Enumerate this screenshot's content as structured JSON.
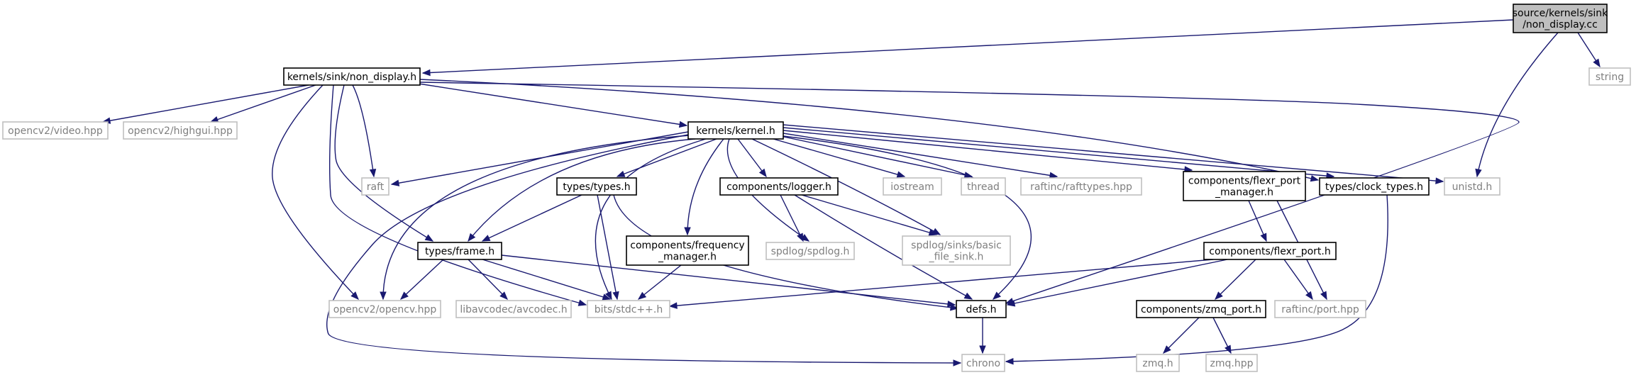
{
  "graph": {
    "edge_color": "#191970",
    "external_border_color": "#bfbfbf",
    "root_fill_color": "#bfbfbf",
    "nodes": {
      "non_display_cc": {
        "lines": [
          "source/kernels/sink",
          "/non_display.cc"
        ],
        "kind": "root"
      },
      "non_display_h": {
        "lines": [
          "kernels/sink/non_display.h"
        ],
        "kind": "local"
      },
      "string": {
        "lines": [
          "string"
        ],
        "kind": "external"
      },
      "video_hpp": {
        "lines": [
          "opencv2/video.hpp"
        ],
        "kind": "external"
      },
      "highgui_hpp": {
        "lines": [
          "opencv2/highgui.hpp"
        ],
        "kind": "external"
      },
      "kernel_h": {
        "lines": [
          "kernels/kernel.h"
        ],
        "kind": "local"
      },
      "raft": {
        "lines": [
          "raft"
        ],
        "kind": "external"
      },
      "types_h": {
        "lines": [
          "types/types.h"
        ],
        "kind": "local"
      },
      "logger_h": {
        "lines": [
          "components/logger.h"
        ],
        "kind": "local"
      },
      "iostream": {
        "lines": [
          "iostream"
        ],
        "kind": "external"
      },
      "thread": {
        "lines": [
          "thread"
        ],
        "kind": "external"
      },
      "rafttypes_hpp": {
        "lines": [
          "raftinc/rafttypes.hpp"
        ],
        "kind": "external"
      },
      "flexr_port_manager_h": {
        "lines": [
          "components/flexr_port",
          "_manager.h"
        ],
        "kind": "local"
      },
      "clock_types_h": {
        "lines": [
          "types/clock_types.h"
        ],
        "kind": "local"
      },
      "unistd_h": {
        "lines": [
          "unistd.h"
        ],
        "kind": "external"
      },
      "frame_h": {
        "lines": [
          "types/frame.h"
        ],
        "kind": "local"
      },
      "frequency_manager_h": {
        "lines": [
          "components/frequency",
          "_manager.h"
        ],
        "kind": "local"
      },
      "spdlog_h": {
        "lines": [
          "spdlog/spdlog.h"
        ],
        "kind": "external"
      },
      "basic_file_sink_h": {
        "lines": [
          "spdlog/sinks/basic",
          "_file_sink.h"
        ],
        "kind": "external"
      },
      "flexr_port_h": {
        "lines": [
          "components/flexr_port.h"
        ],
        "kind": "local"
      },
      "opencv_hpp": {
        "lines": [
          "opencv2/opencv.hpp"
        ],
        "kind": "external"
      },
      "avcodec_h": {
        "lines": [
          "libavcodec/avcodec.h"
        ],
        "kind": "external"
      },
      "stdcpp_h": {
        "lines": [
          "bits/stdc++.h"
        ],
        "kind": "external"
      },
      "defs_h": {
        "lines": [
          "defs.h"
        ],
        "kind": "local"
      },
      "zmq_port_h": {
        "lines": [
          "components/zmq_port.h"
        ],
        "kind": "local"
      },
      "port_hpp": {
        "lines": [
          "raftinc/port.hpp"
        ],
        "kind": "external"
      },
      "chrono": {
        "lines": [
          "chrono"
        ],
        "kind": "external"
      },
      "zmq_h": {
        "lines": [
          "zmq.h"
        ],
        "kind": "external"
      },
      "zmq_hpp": {
        "lines": [
          "zmq.hpp"
        ],
        "kind": "external"
      }
    },
    "edges": [
      [
        "non_display_cc",
        "non_display_h"
      ],
      [
        "non_display_cc",
        "string"
      ],
      [
        "non_display_cc",
        "unistd_h"
      ],
      [
        "non_display_h",
        "video_hpp"
      ],
      [
        "non_display_h",
        "highgui_hpp"
      ],
      [
        "non_display_h",
        "kernel_h"
      ],
      [
        "non_display_h",
        "raft"
      ],
      [
        "non_display_h",
        "frame_h"
      ],
      [
        "non_display_h",
        "opencv_hpp"
      ],
      [
        "non_display_h",
        "stdcpp_h"
      ],
      [
        "non_display_h",
        "clock_types_h"
      ],
      [
        "non_display_h",
        "defs_h"
      ],
      [
        "kernel_h",
        "raft"
      ],
      [
        "kernel_h",
        "types_h"
      ],
      [
        "kernel_h",
        "logger_h"
      ],
      [
        "kernel_h",
        "iostream"
      ],
      [
        "kernel_h",
        "thread"
      ],
      [
        "kernel_h",
        "rafttypes_hpp"
      ],
      [
        "kernel_h",
        "flexr_port_manager_h"
      ],
      [
        "kernel_h",
        "clock_types_h"
      ],
      [
        "kernel_h",
        "unistd_h"
      ],
      [
        "kernel_h",
        "frame_h"
      ],
      [
        "kernel_h",
        "frequency_manager_h"
      ],
      [
        "kernel_h",
        "spdlog_h"
      ],
      [
        "kernel_h",
        "basic_file_sink_h"
      ],
      [
        "kernel_h",
        "opencv_hpp"
      ],
      [
        "kernel_h",
        "stdcpp_h"
      ],
      [
        "kernel_h",
        "defs_h"
      ],
      [
        "kernel_h",
        "chrono"
      ],
      [
        "types_h",
        "frame_h"
      ],
      [
        "types_h",
        "stdcpp_h"
      ],
      [
        "types_h",
        "defs_h"
      ],
      [
        "logger_h",
        "spdlog_h"
      ],
      [
        "logger_h",
        "basic_file_sink_h"
      ],
      [
        "logger_h",
        "defs_h"
      ],
      [
        "flexr_port_manager_h",
        "flexr_port_h"
      ],
      [
        "flexr_port_manager_h",
        "port_hpp"
      ],
      [
        "clock_types_h",
        "chrono"
      ],
      [
        "frame_h",
        "opencv_hpp"
      ],
      [
        "frame_h",
        "avcodec_h"
      ],
      [
        "frame_h",
        "stdcpp_h"
      ],
      [
        "frame_h",
        "defs_h"
      ],
      [
        "frequency_manager_h",
        "stdcpp_h"
      ],
      [
        "flexr_port_h",
        "stdcpp_h"
      ],
      [
        "flexr_port_h",
        "defs_h"
      ],
      [
        "flexr_port_h",
        "zmq_port_h"
      ],
      [
        "flexr_port_h",
        "port_hpp"
      ],
      [
        "defs_h",
        "chrono"
      ],
      [
        "zmq_port_h",
        "zmq_h"
      ],
      [
        "zmq_port_h",
        "zmq_hpp"
      ]
    ]
  }
}
